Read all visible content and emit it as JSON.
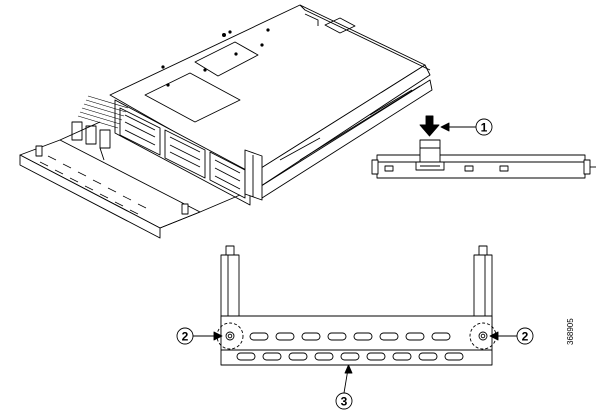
{
  "callouts": [
    {
      "id": "1",
      "label": "1"
    },
    {
      "id": "2-left",
      "label": "2"
    },
    {
      "id": "2-right",
      "label": "2"
    },
    {
      "id": "3",
      "label": "3"
    }
  ],
  "figure_id": "368905",
  "colors": {
    "line": "#000000",
    "fill": "#ffffff",
    "shade": "#555555"
  }
}
